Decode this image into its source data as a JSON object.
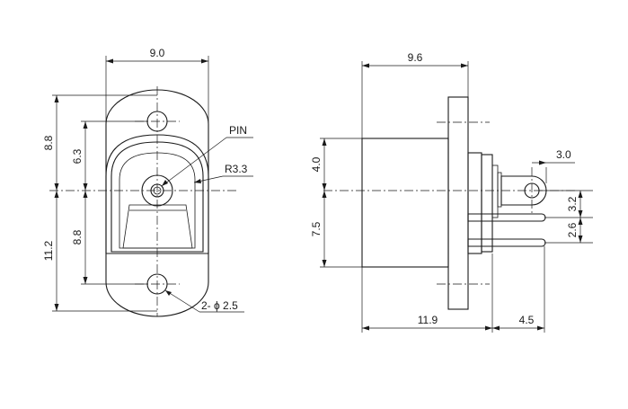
{
  "front_view": {
    "dims": {
      "width_top": "9.0",
      "upper_outer": "8.8",
      "upper_inner": "6.3",
      "lower_inner": "8.8",
      "lower_outer": "11.2"
    },
    "labels": {
      "pin": "PIN",
      "radius": "R3.3",
      "holes": "2- ϕ 2.5"
    }
  },
  "side_view": {
    "dims": {
      "width_top": "9.6",
      "upper_height": "4.0",
      "lower_height": "7.5",
      "body_length": "11.9",
      "pin_length": "4.5",
      "pin_tab": "3.0",
      "pin_offset_a": "3.2",
      "pin_offset_b": "2.6"
    }
  }
}
